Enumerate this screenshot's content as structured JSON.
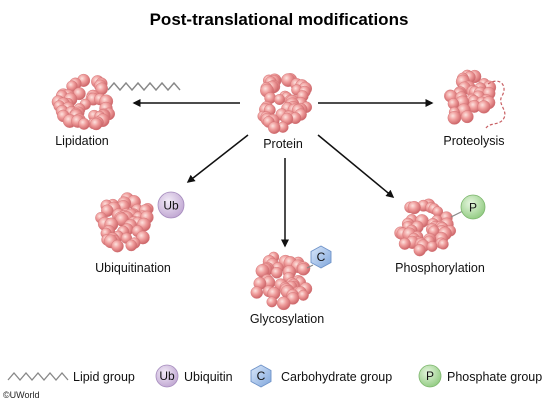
{
  "title": "Post-translational modifications",
  "center_label": "Protein",
  "modifications": [
    {
      "id": "lipidation",
      "label": "Lipidation"
    },
    {
      "id": "proteolysis",
      "label": "Proteolysis"
    },
    {
      "id": "ubiquitination",
      "label": "Ubiquitination",
      "symbol": "Ub"
    },
    {
      "id": "glycosylation",
      "label": "Glycosylation",
      "symbol": "C"
    },
    {
      "id": "phosphorylation",
      "label": "Phosphorylation",
      "symbol": "P"
    }
  ],
  "legend": [
    {
      "icon": "lipid-chain-icon",
      "symbol": "",
      "label": "Lipid group"
    },
    {
      "icon": "ubiquitin-icon",
      "symbol": "Ub",
      "label": "Ubiquitin"
    },
    {
      "icon": "carbohydrate-hexagon-icon",
      "symbol": "C",
      "label": "Carbohydrate group"
    },
    {
      "icon": "phosphate-icon",
      "symbol": "P",
      "label": "Phosphate group"
    }
  ],
  "copyright": "©UWorld",
  "colors": {
    "protein": "#e98f8f",
    "protein_light": "#f7c9c6",
    "protein_dark": "#c85e62",
    "ubiquitin": "#d7c6e2",
    "carbohydrate": "#a9c5ec",
    "phosphate": "#b6dfaa",
    "arrow": "#111111"
  }
}
